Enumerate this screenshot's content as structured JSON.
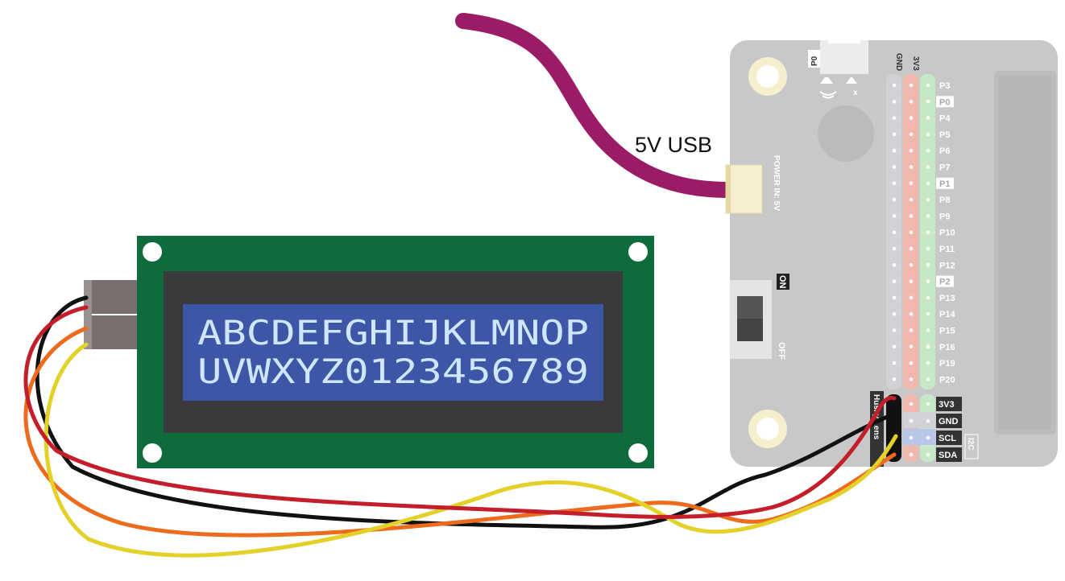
{
  "labels": {
    "usb": "5V USB",
    "power_in": "POWER IN: 5V",
    "switch_on": "ON",
    "switch_off": "OFF",
    "p0_button": "P0",
    "i2c": "I2C",
    "gnd_header": "GND",
    "v3_header": "3V3",
    "sensor_side": "Husky Lens"
  },
  "pins": [
    "P3",
    "P0",
    "P4",
    "P5",
    "P6",
    "P7",
    "P1",
    "P8",
    "P9",
    "P10",
    "P11",
    "P12",
    "P2",
    "P13",
    "P14",
    "P15",
    "P16",
    "P19",
    "P20"
  ],
  "highlighted_pins": [
    "P0",
    "P1",
    "P2"
  ],
  "i2c_pins": [
    "3V3",
    "GND",
    "SCL",
    "SDA"
  ],
  "lcd": {
    "line1": "ABCDEFGHIJKLMNOP",
    "line2": "UVWXYZ0123456789"
  },
  "colors": {
    "usb_cable": "#9b1b66",
    "board": "#c8c8c8",
    "lcd_pcb": "#0e6b3b",
    "lcd_screen": "#3d56a6",
    "lcd_text": "#cfe6ff",
    "wire_red": "#c41e2a",
    "wire_black": "#111111",
    "wire_orange": "#ec6b1c",
    "wire_yellow": "#e3d028",
    "gnd_row": "#d0d2d6",
    "v3_row": "#f0b7ad",
    "signal_row": "#c6e8c6",
    "scl_row": "#b8c6ea"
  }
}
